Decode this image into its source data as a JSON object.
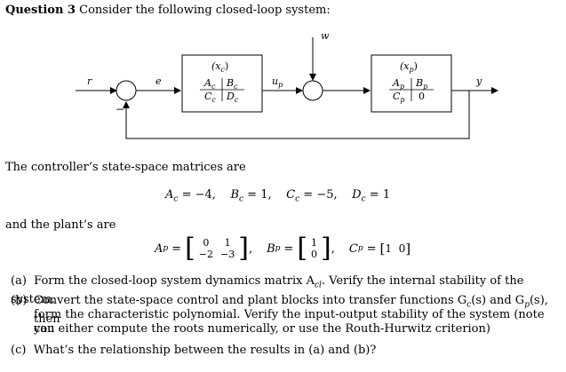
{
  "question": {
    "label": "Question 3",
    "intro": "Consider the following closed-loop system:"
  },
  "diagram": {
    "r": "r",
    "e": "e",
    "w": "w",
    "up": "u",
    "up_sub": "p",
    "y": "y",
    "minus": "−",
    "controller": {
      "state": "(x",
      "state_sub": "c",
      "A": "A",
      "A_sub": "c",
      "B": "B",
      "B_sub": "c",
      "C": "C",
      "C_sub": "c",
      "D": "D",
      "D_sub": "c"
    },
    "plant": {
      "state": "(x",
      "state_sub": "p",
      "A": "A",
      "A_sub": "p",
      "B": "B",
      "B_sub": "p",
      "C": "C",
      "C_sub": "p",
      "D": "0"
    }
  },
  "text": {
    "controller_matrices": "The controller’s state-space matrices are",
    "controller_eq": "A",
    "plant_intro": "and the plant’s are"
  },
  "controller_values": [
    {
      "name": "A",
      "sub": "c",
      "value": "−4,"
    },
    {
      "name": "B",
      "sub": "c",
      "value": "1,"
    },
    {
      "name": "C",
      "sub": "c",
      "value": "−5,"
    },
    {
      "name": "D",
      "sub": "c",
      "value": "1"
    }
  ],
  "plant_values": {
    "Ap": {
      "name": "A",
      "sub": "p",
      "rows": [
        [
          "0",
          "1"
        ],
        [
          "−2",
          "−3"
        ]
      ]
    },
    "Bp": {
      "name": "B",
      "sub": "p",
      "rows": [
        [
          "1"
        ],
        [
          "0"
        ]
      ]
    },
    "Cp": {
      "name": "C",
      "sub": "p",
      "rows": [
        [
          "1",
          "0"
        ]
      ]
    }
  },
  "parts": [
    {
      "label": "(a)",
      "text": "Form the closed-loop system dynamics matrix A",
      "sub": "cl",
      "rest": ". Verify the internal stability of the system."
    },
    {
      "label": "(b)",
      "line1": "Convert the state-space control and plant blocks into transfer functions G",
      "line1b": "(s) and G",
      "line1c": "(s), then",
      "line2": "form the characteristic polynomial. Verify the input-output stability of the system (note you",
      "line3": "can either compute the roots numerically, or use the Routh-Hurwitz criterion)"
    },
    {
      "label": "(c)",
      "text": "What’s the relationship between the results in (a) and (b)?"
    }
  ]
}
